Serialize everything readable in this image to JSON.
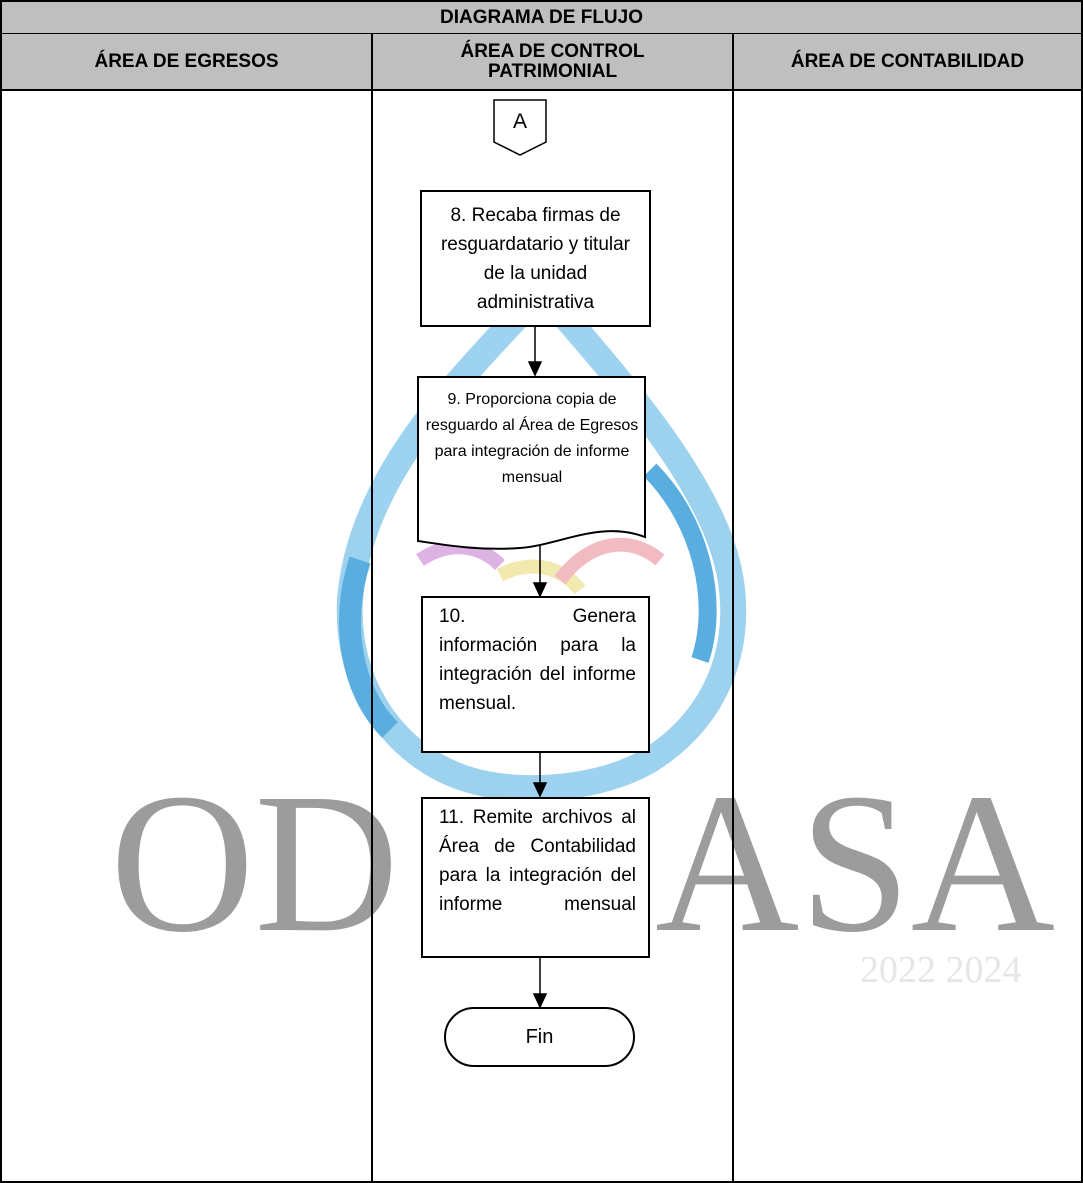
{
  "title": "DIAGRAMA DE FLUJO",
  "lanes": [
    {
      "label": "ÁREA DE EGRESOS"
    },
    {
      "label": "ÁREA DE CONTROL PATRIMONIAL"
    },
    {
      "label": "ÁREA DE CONTABILIDAD"
    }
  ],
  "connector_label": "A",
  "steps": {
    "step8": "8. Recaba firmas de resguardatario y titular de la unidad administrativa",
    "step9": "9. Proporciona copia de resguardo al Área de Egresos para integración de informe mensual",
    "step10": "10. Genera información para la integración del informe mensual.",
    "step11": "11. Remite archivos al Área de Contabilidad para la integración del informe mensual"
  },
  "end_label": "Fin",
  "watermark": {
    "text_left": "OD",
    "text_right": "ASA",
    "years": "2022 2024",
    "colors": [
      "#4aa9df",
      "#e6a0b8",
      "#f2e8a6",
      "#9a9a9a"
    ]
  }
}
